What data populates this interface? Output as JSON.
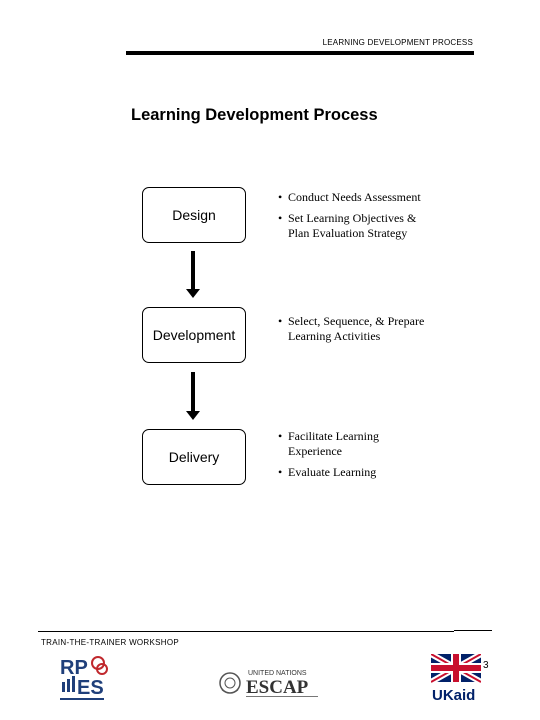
{
  "header": {
    "running_title": "LEARNING DEVELOPMENT PROCESS"
  },
  "title": "Learning Development Process",
  "stages": [
    {
      "label": "Design",
      "bullets": [
        "Conduct Needs Assessment",
        "Set Learning Objectives & Plan Evaluation Strategy"
      ]
    },
    {
      "label": "Development",
      "bullets": [
        "Select, Sequence, & Prepare Learning Activities"
      ]
    },
    {
      "label": "Delivery",
      "bullets": [
        "Facilitate Learning Experience",
        "Evaluate Learning"
      ]
    }
  ],
  "bullet_symbol": "•",
  "footer": {
    "workshop": "TRAIN-THE-TRAINER WORKSHOP",
    "page_number": "3",
    "logos": {
      "rpes_text": "RP",
      "rpes_text2": "ES",
      "escap_org": "UNITED NATIONS",
      "escap_name": "ESCAP",
      "ukaid_text": "UKaid"
    }
  },
  "colors": {
    "ukaid_red": "#c8102e",
    "ukaid_blue": "#012169",
    "rpes_red": "#c0282d",
    "rpes_blue": "#1f3f7a"
  }
}
